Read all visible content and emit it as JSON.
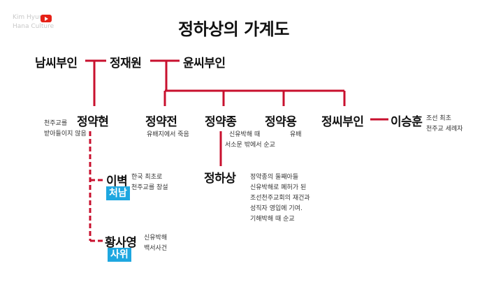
{
  "brand": {
    "line1": "Kim Hyun",
    "line2": "Hana Culture",
    "logo_color": "#e62117"
  },
  "title": "정하상의 가계도",
  "colors": {
    "line": "#c8102e",
    "tag": "#1ea7e0"
  },
  "people": {
    "namssi": "남씨부인",
    "jeongjaewon": "정재원",
    "yunssi": "윤씨부인",
    "yakhyeon": "정약현",
    "yakjeon": "정약전",
    "yakjong": "정약종",
    "yakyong": "정약용",
    "jeongssi": "정씨부인",
    "iseunghun": "이승훈",
    "haksang": "정하상",
    "ibyeok": "이벽",
    "hwangsayeong": "황사영"
  },
  "tags": {
    "ibyeok": "처남",
    "hwangsayeong": "사위"
  },
  "notes": {
    "yakhyeon": [
      "천주교를",
      "받아들이지 않음"
    ],
    "yakjeon": [
      "유배지에서 죽음"
    ],
    "yakjong": [
      "신유박해 때",
      "서소문 밖에서 순교"
    ],
    "yakyong": [
      "유배"
    ],
    "iseunghun": [
      "조선 최초",
      "천주교 세례자"
    ],
    "haksang": [
      "정약종의 둘째아들",
      "신유박해로 폐허가 된",
      "조선천주교회의 재건과",
      "성직자 영입에 기여.",
      "기해박해 때 순교"
    ],
    "ibyeok": [
      "한국 최초로",
      "천주교를 창설"
    ],
    "hwangsayeong": [
      "신유박해",
      "백서사건"
    ]
  }
}
